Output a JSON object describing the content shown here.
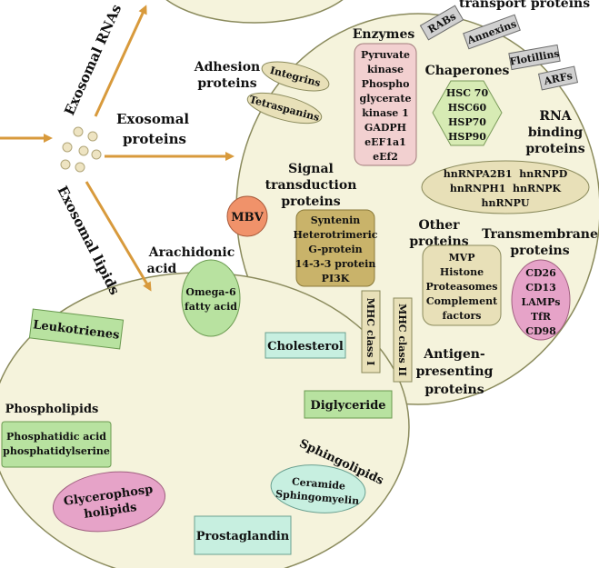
{
  "colors": {
    "cell_fill": "#f5f3dc",
    "cell_stroke": "#8a8a5c",
    "arrow": "#d89a3c",
    "enzyme_fill": "#f2d0d0",
    "chaperone_fill": "#d7ebb4",
    "tan_fill": "#e8e0b8",
    "signal_fill": "#c9b36a",
    "mbv_fill": "#f0926a",
    "green_fill": "#b8e2a0",
    "teal_fill": "#c7efe0",
    "pink_fill": "#e6a3c8",
    "gray_fill": "#d0d0d0"
  },
  "top_partial_label": "transport proteins",
  "arrows": {
    "rnas": "Exosomal RNAs",
    "proteins": "Exosomal proteins",
    "lipids": "Exosomal lipids"
  },
  "protein_cell": {
    "rabs": "RABs",
    "annexins": "Annexins",
    "flotillins": "Flotillins",
    "arfs": "ARFs",
    "enzymes_title": "Enzymes",
    "enzymes": [
      "Pyruvate",
      "kinase",
      "Phospho",
      "glycerate",
      "kinase 1",
      "GADPH",
      "eEF1a1",
      "eEf2"
    ],
    "adhesion_title": [
      "Adhesion",
      "proteins"
    ],
    "integrins": "Integrins",
    "tetraspanins": "Tetraspanins",
    "chaperones_title": "Chaperones",
    "chaperones": [
      "HSC 70",
      "HSC60",
      "HSP70",
      "HSP90"
    ],
    "rna_binding_title": [
      "RNA",
      "binding",
      "proteins"
    ],
    "rna_binding": [
      "hnRNPA2B1  hnRNPD",
      "hnRNPH1  hnRNPK",
      "hnRNPU"
    ],
    "signal_title": [
      "Signal",
      "transduction",
      "proteins"
    ],
    "signal": [
      "Syntenin",
      "Heterotrimeric",
      "G-protein",
      "14-3-3 protein",
      "PI3K"
    ],
    "mbv": "MBV",
    "other_title": [
      "Other",
      "proteins"
    ],
    "other": [
      "MVP",
      "Histone",
      "Proteasomes",
      "Complement",
      "factors"
    ],
    "transmembrane_title": [
      "Transmembrane",
      "proteins"
    ],
    "transmembrane": [
      "CD26",
      "CD13",
      "LAMPs",
      "TfR",
      "CD98"
    ],
    "mhc1": "MHC class I",
    "mhc2": "MHC class II",
    "antigen_title": [
      "Antigen-",
      "presenting",
      "proteins"
    ]
  },
  "lipid_cell": {
    "arachidonic_title": [
      "Arachidonic",
      "acid"
    ],
    "omega": [
      "Omega-6",
      "fatty acid"
    ],
    "leukotrienes": "Leukotrienes",
    "cholesterol": "Cholesterol",
    "phospholipids_title": "Phospholipids",
    "phospholipids": [
      "Phosphatidic acid",
      "phosphatidylserine"
    ],
    "diglyceride": "Diglyceride",
    "sphingolipids_title": "Sphingolipids",
    "sphingo": [
      "Ceramide",
      "Sphingomyelin"
    ],
    "glycero": [
      "Glycerophosp",
      "holipids"
    ],
    "prostaglandin": "Prostaglandin"
  }
}
